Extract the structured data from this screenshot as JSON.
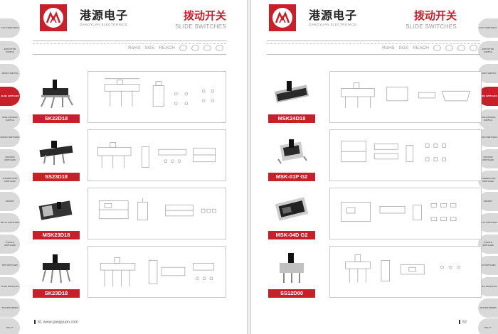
{
  "brand": {
    "name_cn": "港源电子",
    "name_en": "GANGYUAN ELECTRONICS"
  },
  "category": {
    "cn": "拨动开关",
    "en": "SLIDE SWITCHES"
  },
  "certifications": [
    "RoHS",
    "SGS",
    "REACH"
  ],
  "colors": {
    "accent": "#c8202a",
    "tab": "#d9d9d9"
  },
  "side_tabs": [
    "TACT SWITCHES",
    "DETECTOR SWITCH",
    "MICRO SWITCH",
    "SLIDE SWITCHES",
    "NON-LOCKING SWITCH",
    "MICRO SWITCHES",
    "ROCKER SWITCHES",
    "PUSHBUTTON SWITCHES",
    "SOCKET",
    "RELAY SWITCHES",
    "TOGGLE SWITCHES",
    "DIP SWITCHES",
    "PUSH SWITCHES",
    "TRANSFORMER",
    "RELAY"
  ],
  "active_tab_index": 3,
  "left_page": {
    "products": [
      "SK22D18",
      "SS23D18",
      "MSK23D18",
      "SK23D18"
    ],
    "footer_page": "51",
    "footer_url": "www.gangyuan.com"
  },
  "right_page": {
    "products": [
      "MSK24D18",
      "MSK-01P G2",
      "MSK-04D  G2",
      "SS12D00"
    ],
    "footer_page": "52"
  }
}
